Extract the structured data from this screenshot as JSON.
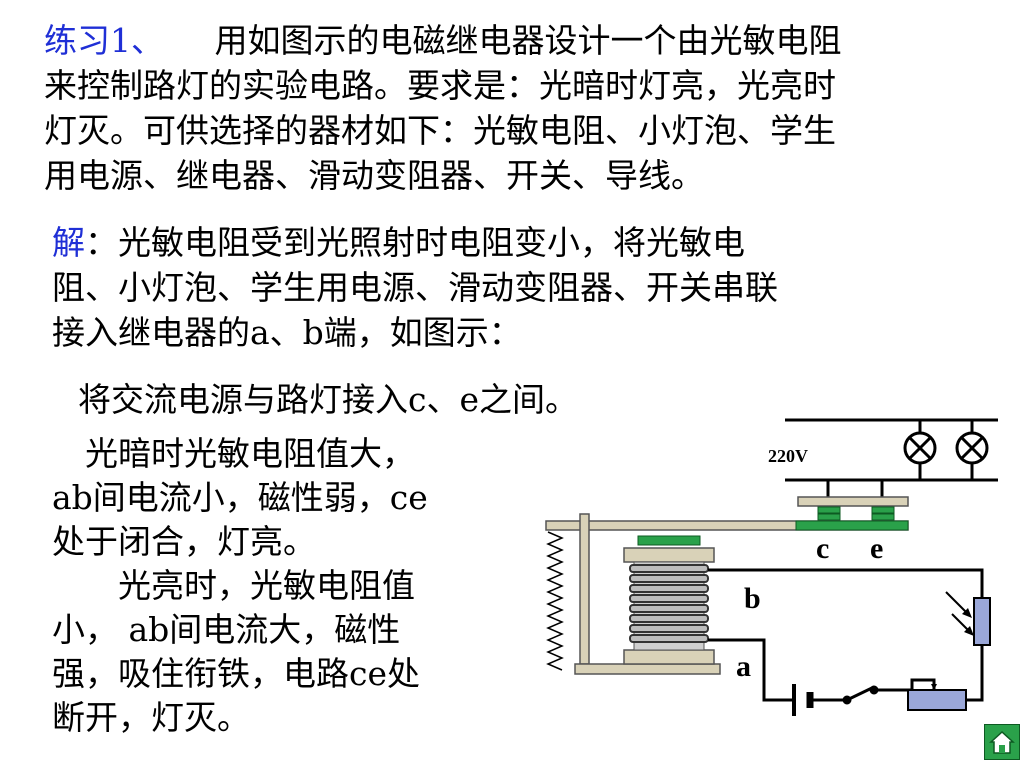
{
  "question": {
    "label": "练习1、",
    "lines": [
      "用如图示的电磁继电器设计一个由光敏电阻",
      "来控制路灯的实验电路。要求是：光暗时灯亮，光亮时",
      "灯灭。可供选择的器材如下：光敏电阻、小灯泡、学生",
      "用电源、继电器、滑动变阻器、开关、导线。"
    ]
  },
  "solution": {
    "label": "解",
    "lines": [
      "：光敏电阻受到光照射时电阻变小，将光敏电",
      "阻、小灯泡、学生用电源、滑动变阻器、开关串联",
      "接入继电器的a、b端，如图示："
    ]
  },
  "ac_note": "将交流电源与路灯接入c、e之间。",
  "explanation": {
    "lines": [
      "光暗时光敏电阻值大，",
      "ab间电流小，磁性弱，ce",
      "处于闭合，灯亮。",
      "光亮时，光敏电阻值",
      "小， ab间电流大，磁性",
      "强，吸住衔铁，电路ce处",
      "断开，灯灭。"
    ]
  },
  "diagram": {
    "voltage": "220V",
    "terminals": {
      "c": "c",
      "e": "e",
      "b": "b",
      "a": "a"
    }
  },
  "colors": {
    "highlight": "#1f2fd6",
    "contact": "#2aa14a",
    "frame": "#d9d2b8",
    "resistor": "#9aa7d8"
  },
  "nav": {
    "home_icon": "home-icon"
  }
}
